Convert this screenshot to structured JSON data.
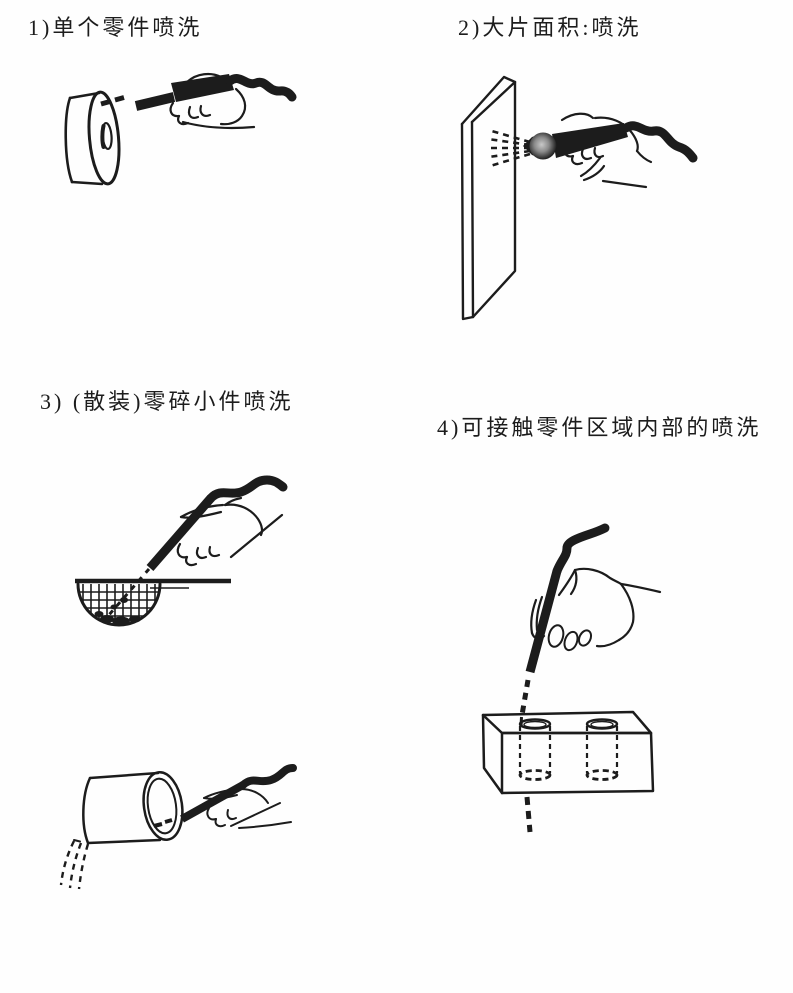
{
  "page": {
    "type": "scanned-manual-page",
    "background_color": "#fefefe",
    "ink_color": "#1c1c1c",
    "language": "zh-CN"
  },
  "figures": [
    {
      "label": "1)单个零件喷洗",
      "illustration": "hand-with-spray-wand-washing-single-ring-part"
    },
    {
      "label": "2)大片面积:喷洗",
      "illustration": "hand-with-spray-nozzle-washing-large-flat-panel"
    },
    {
      "label": "3) (散装)零碎小件喷洗",
      "illustration": "hand-with-spray-wand-washing-loose-small-parts-in-sieve-and-drum"
    },
    {
      "label": "4)可接触零件区域内部的喷洗",
      "illustration": "hand-with-spray-wand-washing-inside-bores-of-block"
    }
  ]
}
